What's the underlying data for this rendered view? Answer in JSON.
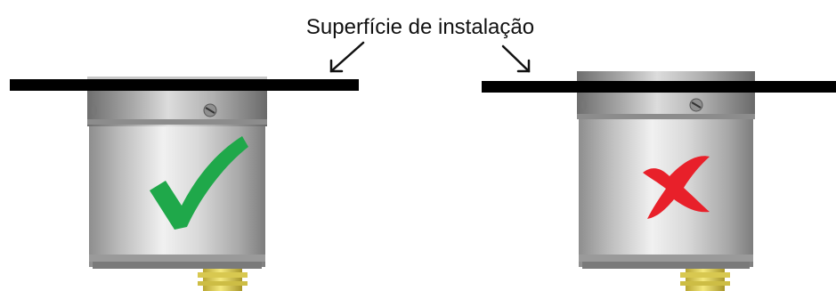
{
  "label": "Superfície de instalação",
  "colors": {
    "surface": "#000000",
    "ok_mark": "#1fa84a",
    "bad_mark": "#e8202a",
    "connector": "#e6d34a"
  },
  "examples": [
    {
      "name": "correct-mounting",
      "mark": "check-icon"
    },
    {
      "name": "incorrect-mounting",
      "mark": "cross-icon"
    }
  ]
}
